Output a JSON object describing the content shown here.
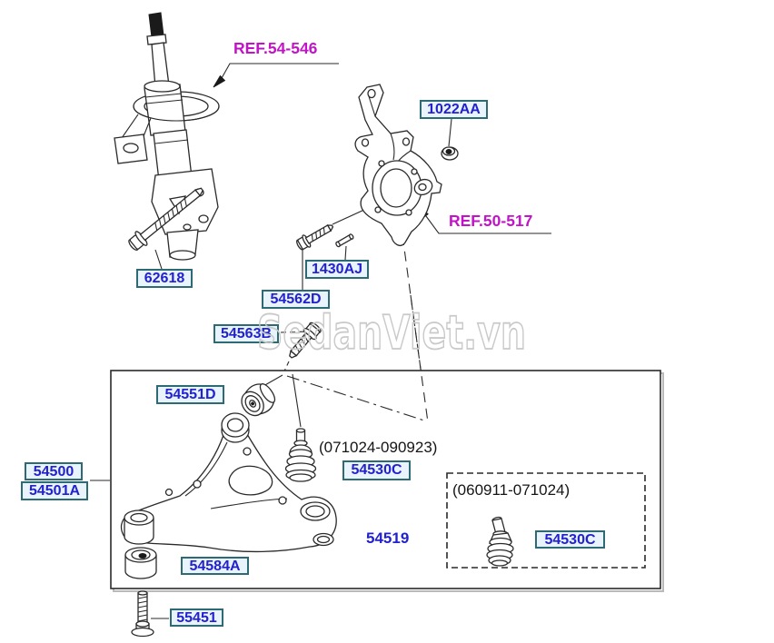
{
  "diagram": {
    "watermark": "SedanViet.vn",
    "references": {
      "strut": "REF.54-546",
      "knuckle": "REF.50-517"
    },
    "parts": {
      "lock_nut": "1022AA",
      "strut_bracket_bolt": "62618",
      "knuckle_pin": "1430AJ",
      "knuckle_bolt": "54562D",
      "arm_front_bolt": "54563B",
      "front_bushing": "54551D",
      "arm_left": "54500",
      "arm_right": "54501A",
      "ball_joint_new": "54530C",
      "ball_joint_old": "54530C",
      "snap_ring": "54519",
      "rear_bushing": "54584A",
      "arm_mount_bolt": "55451"
    },
    "date_ranges": {
      "new": "(071024-090923)",
      "old": "(060911-071024)"
    },
    "colors": {
      "part_label_text": "#2121cd",
      "part_label_border": "#2e6a73",
      "part_label_bg": "#e9f3fb",
      "reference_text": "#c213c9",
      "line_art": "#2a2a2a",
      "watermark": "#c9c9c9"
    }
  }
}
